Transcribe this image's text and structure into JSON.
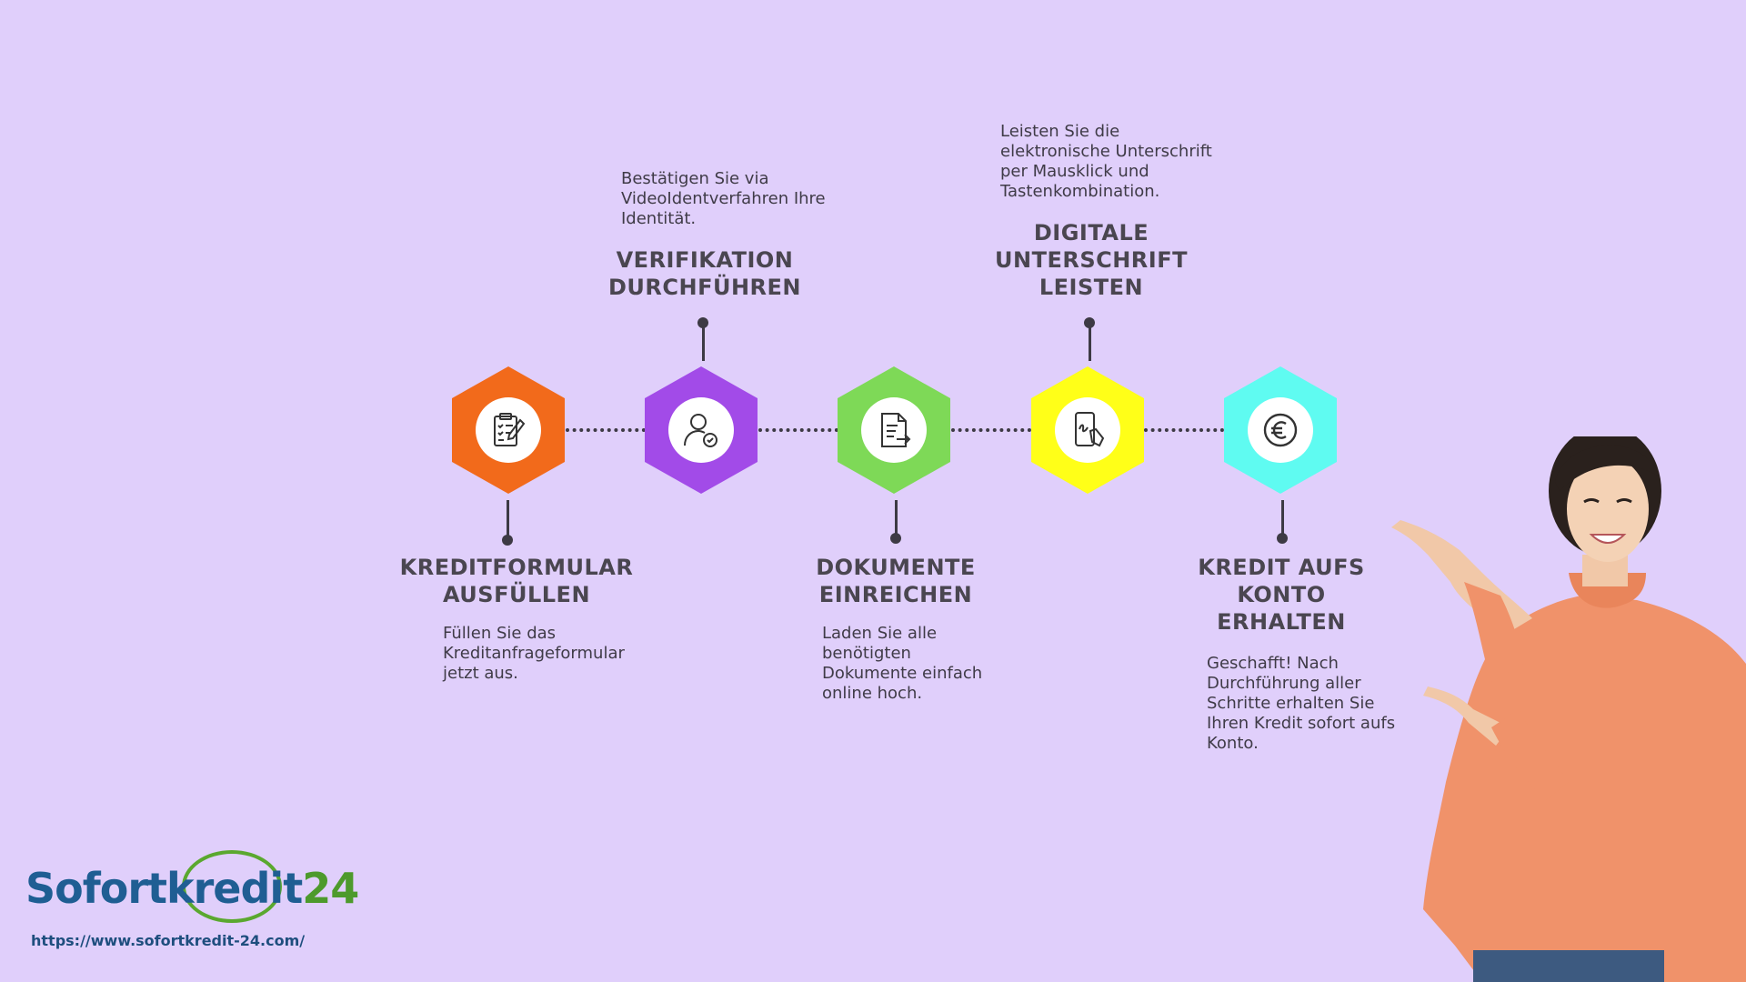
{
  "steps": [
    {
      "title_lines": [
        "KREDITFORMULAR",
        "AUSFÜLLEN"
      ],
      "description": "Füllen Sie das\nKreditanfrageformular\njetzt aus.",
      "color": "#f26a1b",
      "icon": "clipboard-checklist-icon"
    },
    {
      "title_lines": [
        "VERIFIKATION",
        "DURCHFÜHREN"
      ],
      "description": "Bestätigen Sie via\nVideoIdentverfahren Ihre\nIdentität.",
      "color": "#a24be8",
      "icon": "user-check-icon"
    },
    {
      "title_lines": [
        "DOKUMENTE",
        "EINREICHEN"
      ],
      "description": "Laden Sie alle\nbenötigten\nDokumente einfach\nonline hoch.",
      "color": "#7ed957",
      "icon": "document-upload-icon"
    },
    {
      "title_lines": [
        "DIGITALE",
        "UNTERSCHRIFT",
        "LEISTEN"
      ],
      "description": "Leisten Sie die\nelektronische Unterschrift\nper Mausklick und\nTastenkombination.",
      "color": "#ffff18",
      "icon": "phone-signature-icon"
    },
    {
      "title_lines": [
        "KREDIT AUFS",
        "KONTO",
        "ERHALTEN"
      ],
      "description": "Geschafft! Nach\nDurchführung aller\nSchritte erhalten Sie\nIhren Kredit sofort aufs\nKonto.",
      "color": "#5ffbf1",
      "icon": "euro-coin-icon"
    }
  ],
  "brand": {
    "logo_part1": "Sofortkredit",
    "logo_part2": "24",
    "url": "https://www.sofortkredit-24.com/"
  },
  "colors": {
    "background": "#e0cffb",
    "text": "#3d3a44"
  }
}
